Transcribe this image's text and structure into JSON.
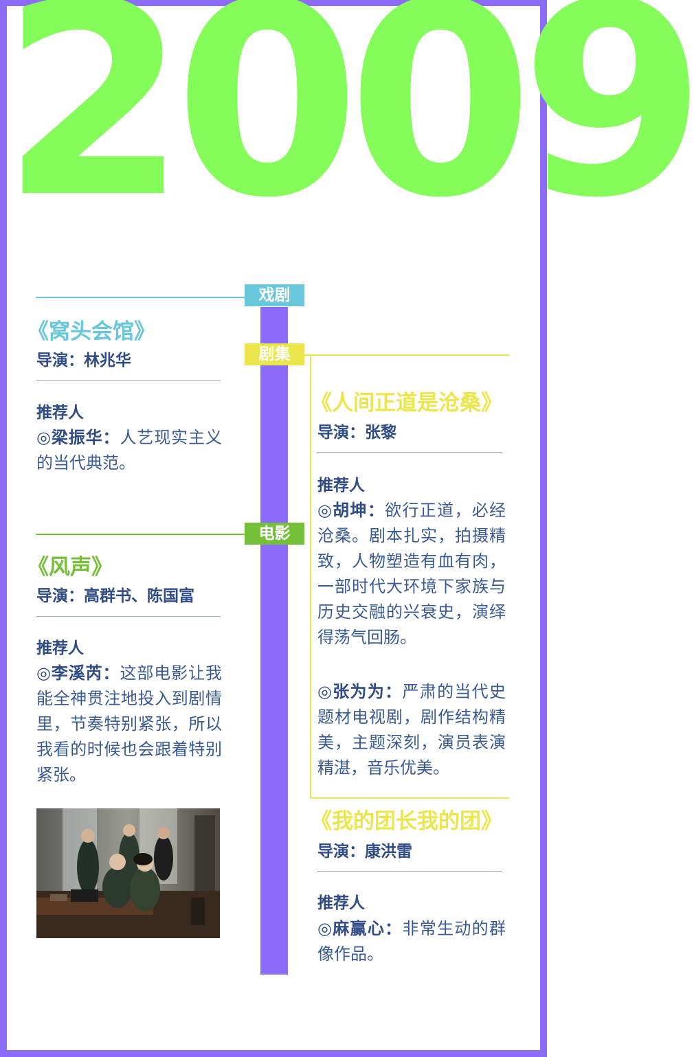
{
  "year": "2009",
  "colors": {
    "frame": "#8b6cf7",
    "year": "#84fd5b",
    "drama": "#69c7dc",
    "series": "#ebe64c",
    "film": "#76bf39",
    "text": "#2f4c86"
  },
  "tags": {
    "drama": "戏剧",
    "series": "剧集",
    "film": "电影"
  },
  "drama": {
    "title": "《窝头会馆》",
    "director": "导演：林兆华",
    "rec_label": "推荐人",
    "recommendations": [
      {
        "name": "◎梁振华：",
        "text": "人艺现实主义的当代典范。"
      }
    ]
  },
  "film": {
    "title": "《风声》",
    "director": "导演：高群书、陈国富",
    "rec_label": "推荐人",
    "recommendations": [
      {
        "name": "◎李溪芮：",
        "text": "这部电影让我能全神贯注地投入到剧情里，节奏特别紧张，所以我看的时候也会跟着特别紧张。"
      }
    ],
    "photo_icon": "film-still-photo"
  },
  "series1": {
    "title": "《人间正道是沧桑》",
    "director": "导演：张黎",
    "rec_label": "推荐人",
    "recommendations": [
      {
        "name": "◎胡坤：",
        "text": "欲行正道，必经沧桑。剧本扎实，拍摄精致，人物塑造有血有肉，一部时代大环境下家族与历史交融的兴衰史，演绎得荡气回肠。"
      },
      {
        "name": "◎张为为：",
        "text": "严肃的当代史题材电视剧，剧作结构精美，主题深刻，演员表演精湛，音乐优美。"
      }
    ]
  },
  "series2": {
    "title": "《我的团长我的团》",
    "director": "导演：康洪雷",
    "rec_label": "推荐人",
    "recommendations": [
      {
        "name": "◎麻赢心：",
        "text": "非常生动的群像作品。"
      }
    ]
  }
}
